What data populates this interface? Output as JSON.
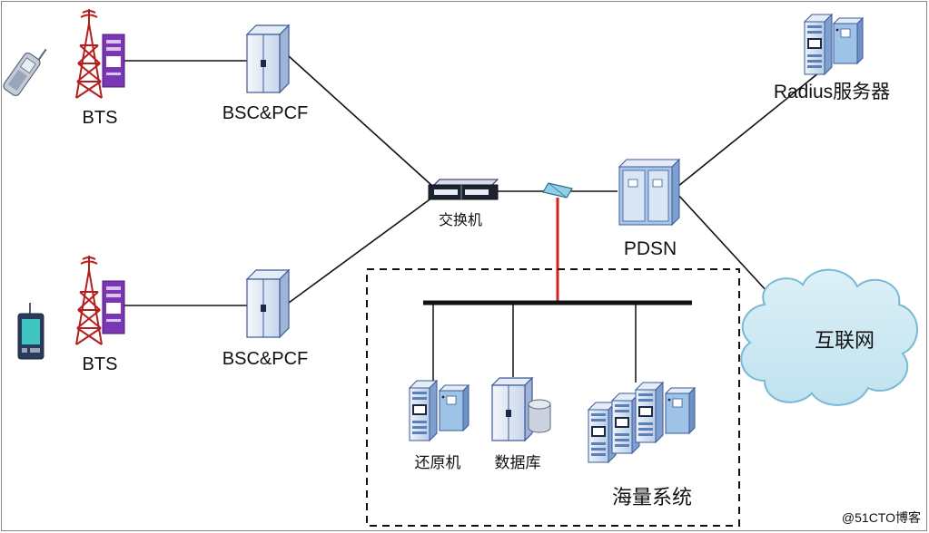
{
  "labels": {
    "bts_top": "BTS",
    "bts_bottom": "BTS",
    "bsc_top": "BSC&PCF",
    "bsc_bottom": "BSC&PCF",
    "switch": "交换机",
    "pdsn": "PDSN",
    "radius": "Radius服务器",
    "internet": "互联网",
    "restore": "还原机",
    "database": "数据库",
    "mass_system": "海量系统",
    "watermark": "@51CTO博客"
  },
  "colors": {
    "line": "#111111",
    "tap_line": "#d42020",
    "tower": "#b41e1e",
    "bts_cabinet": "#6a2aa0",
    "equipment_blue": "#5b7fb8",
    "cloud_fill": "#cce8f2",
    "cloud_stroke": "#7ab9d6"
  }
}
